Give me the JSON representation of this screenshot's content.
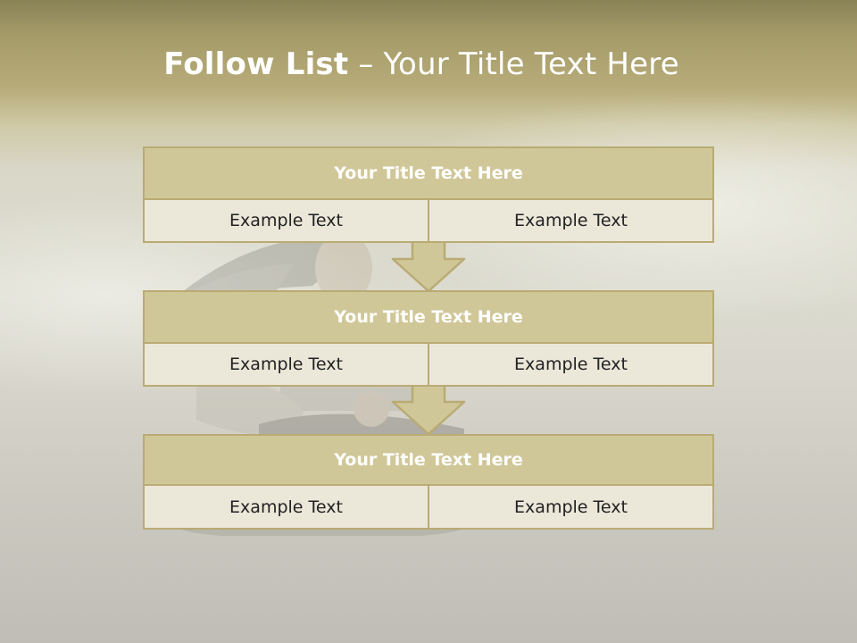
{
  "slide": {
    "title_bold": "Follow List",
    "title_rest": " – Your Title Text Here"
  },
  "steps": [
    {
      "title": "Your Title Text Here",
      "left": "Example Text",
      "right": "Example Text"
    },
    {
      "title": "Your Title Text Here",
      "left": "Example Text",
      "right": "Example Text"
    },
    {
      "title": "Your Title Text Here",
      "left": "Example Text",
      "right": "Example Text"
    }
  ],
  "colors": {
    "header_fill": "#d0c799",
    "row_fill": "#ebe7d9",
    "border": "#b9ab73",
    "arrow_fill": "#d0c799"
  }
}
